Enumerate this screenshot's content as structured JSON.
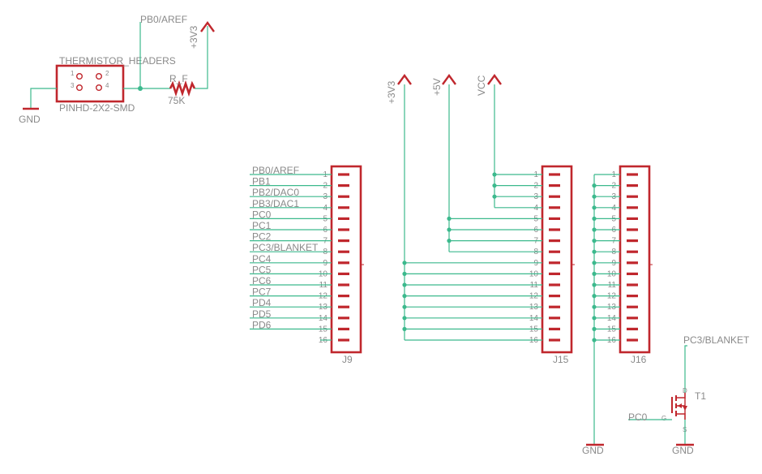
{
  "thermistor": {
    "name": "THERMISTOR_HEADERS",
    "package": "PINHD-2X2-SMD",
    "pins": [
      "1",
      "2",
      "3",
      "4"
    ]
  },
  "resistor": {
    "name": "R_F",
    "value": "75K"
  },
  "net_labels": {
    "gnd": "GND",
    "pb0_aref_top": "PB0/AREF",
    "pc3_blanket": "PC3/BLANKET",
    "pc0": "PC0"
  },
  "supplies": {
    "v3v3": "+3V3",
    "v5": "+5V",
    "vcc": "VCC"
  },
  "j9": {
    "ref": "J9",
    "pins": [
      "1",
      "2",
      "3",
      "4",
      "5",
      "6",
      "7",
      "8",
      "9",
      "10",
      "11",
      "12",
      "13",
      "14",
      "15",
      "16"
    ],
    "nets": [
      "PB0/AREF",
      "PB1",
      "PB2/DAC0",
      "PB3/DAC1",
      "PC0",
      "PC1",
      "PC2",
      "PC3/BLANKET",
      "PC4",
      "PC5",
      "PC6",
      "PC7",
      "PD4",
      "PD5",
      "PD6",
      ""
    ]
  },
  "j15": {
    "ref": "J15",
    "pins": [
      "1",
      "2",
      "3",
      "4",
      "5",
      "6",
      "7",
      "8",
      "9",
      "10",
      "11",
      "12",
      "13",
      "14",
      "15",
      "16"
    ]
  },
  "j16": {
    "ref": "J16",
    "pins": [
      "1",
      "2",
      "3",
      "4",
      "5",
      "6",
      "7",
      "8",
      "9",
      "10",
      "11",
      "12",
      "13",
      "14",
      "15",
      "16"
    ]
  },
  "mosfet": {
    "ref": "T1",
    "drain": "D",
    "gate": "G",
    "source": "S"
  }
}
